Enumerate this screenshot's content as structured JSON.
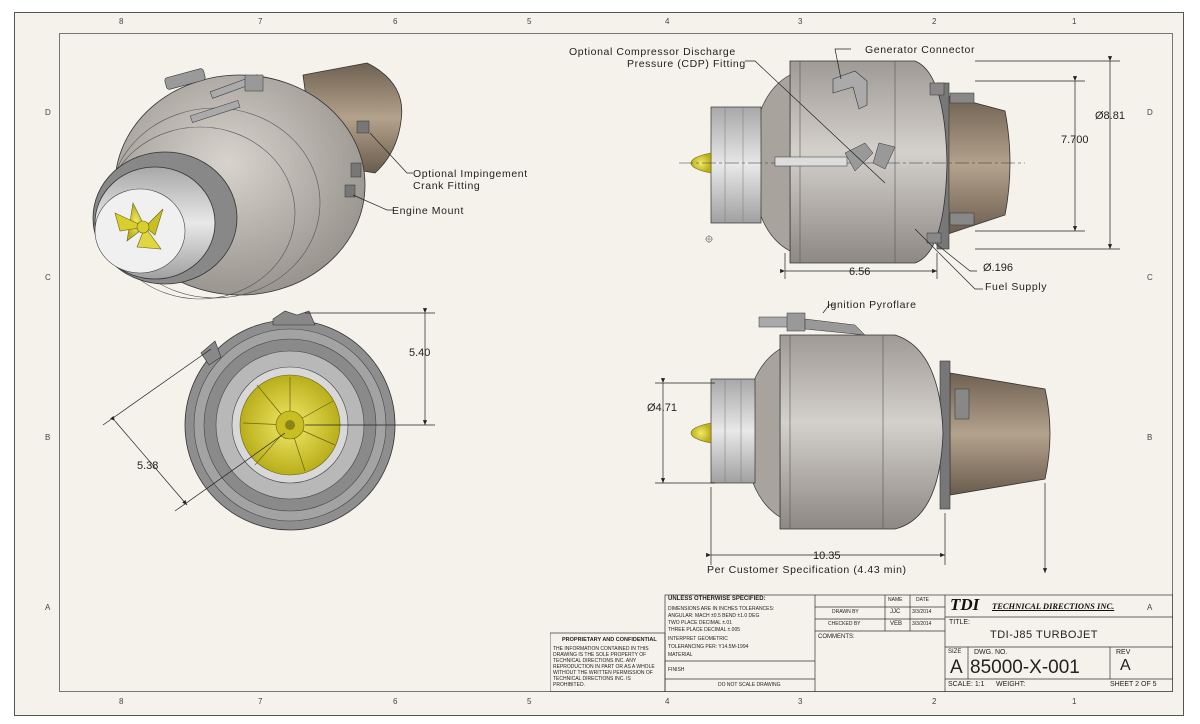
{
  "zones": {
    "columns": [
      "8",
      "7",
      "6",
      "5",
      "4",
      "3",
      "2",
      "1"
    ],
    "rows": [
      "D",
      "C",
      "B",
      "A"
    ]
  },
  "callouts": {
    "cdp_line1": "Optional Compressor Discharge",
    "cdp_line2": "Pressure (CDP) Fitting",
    "generator": "Generator Connector",
    "impingement_line1": "Optional Impingement",
    "impingement_line2": "Crank Fitting",
    "engine_mount": "Engine Mount",
    "fuel_supply": "Fuel Supply",
    "ignition": "Ignition Pyroflare",
    "spec_note": "Per Customer Specification (4.43 min)"
  },
  "dimensions": {
    "dia_outer": "Ø8.81",
    "height": "7.700",
    "length_mount": "6.56",
    "dia_small": "Ø.196",
    "face_height": "5.40",
    "face_diag": "5.38",
    "dia_inlet": "Ø4.71",
    "length_total": "10.35"
  },
  "title_block": {
    "unless_header": "UNLESS OTHERWISE SPECIFIED:",
    "tol_lines": [
      "DIMENSIONS ARE IN INCHES  TOLERANCES:",
      "ANGULAR: MACH ±0.5 BEND ±1.0 DEG",
      "TWO PLACE DECIMAL   ±.01",
      "THREE PLACE DECIMAL  ±.005",
      "INTERPRET GEOMETRIC",
      "TOLERANCING PER:    Y14.5M-1994",
      "MATERIAL",
      "FINISH"
    ],
    "no_scale": "DO NOT SCALE DRAWING",
    "name_header": "NAME",
    "date_header": "DATE",
    "drawn_label": "DRAWN BY",
    "drawn_name": "JJC",
    "drawn_date": "3/3/2014",
    "checked_label": "CHECKED BY",
    "checked_name": "VEB",
    "checked_date": "3/3/2014",
    "comments_label": "COMMENTS:",
    "prop_header": "PROPRIETARY AND CONFIDENTIAL",
    "prop_lines": [
      "THE INFORMATION CONTAINED IN THIS",
      "DRAWING IS THE SOLE PROPERTY OF",
      "TECHNICAL DIRECTIONS INC. ANY",
      "REPRODUCTION IN PART OR AS A WHOLE",
      "WITHOUT THE WRITTEN PERMISSION OF",
      "TECHNICAL DIRECTIONS INC. IS",
      "PROHIBITED."
    ],
    "logo_tdi": "TDI",
    "logo_company": "TECHNICAL DIRECTIONS INC.",
    "title_label": "TITLE:",
    "title": "TDI-J85 TURBOJET",
    "size_label": "SIZE",
    "size": "A",
    "dwg_label": "DWG. NO.",
    "dwg_no": "85000-X-001",
    "rev_label": "REV",
    "rev": "A",
    "scale": "SCALE: 1:1",
    "weight": "WEIGHT:",
    "sheet": "SHEET 2 OF 5"
  },
  "colors": {
    "sheet_bg": "#f4f2ea",
    "body_gray": "#b9b4ae",
    "inlet_gray": "#d6d6d6",
    "nozzle_brown": "#8f7f6c",
    "spinner_yellow": "#d9cf2c"
  }
}
